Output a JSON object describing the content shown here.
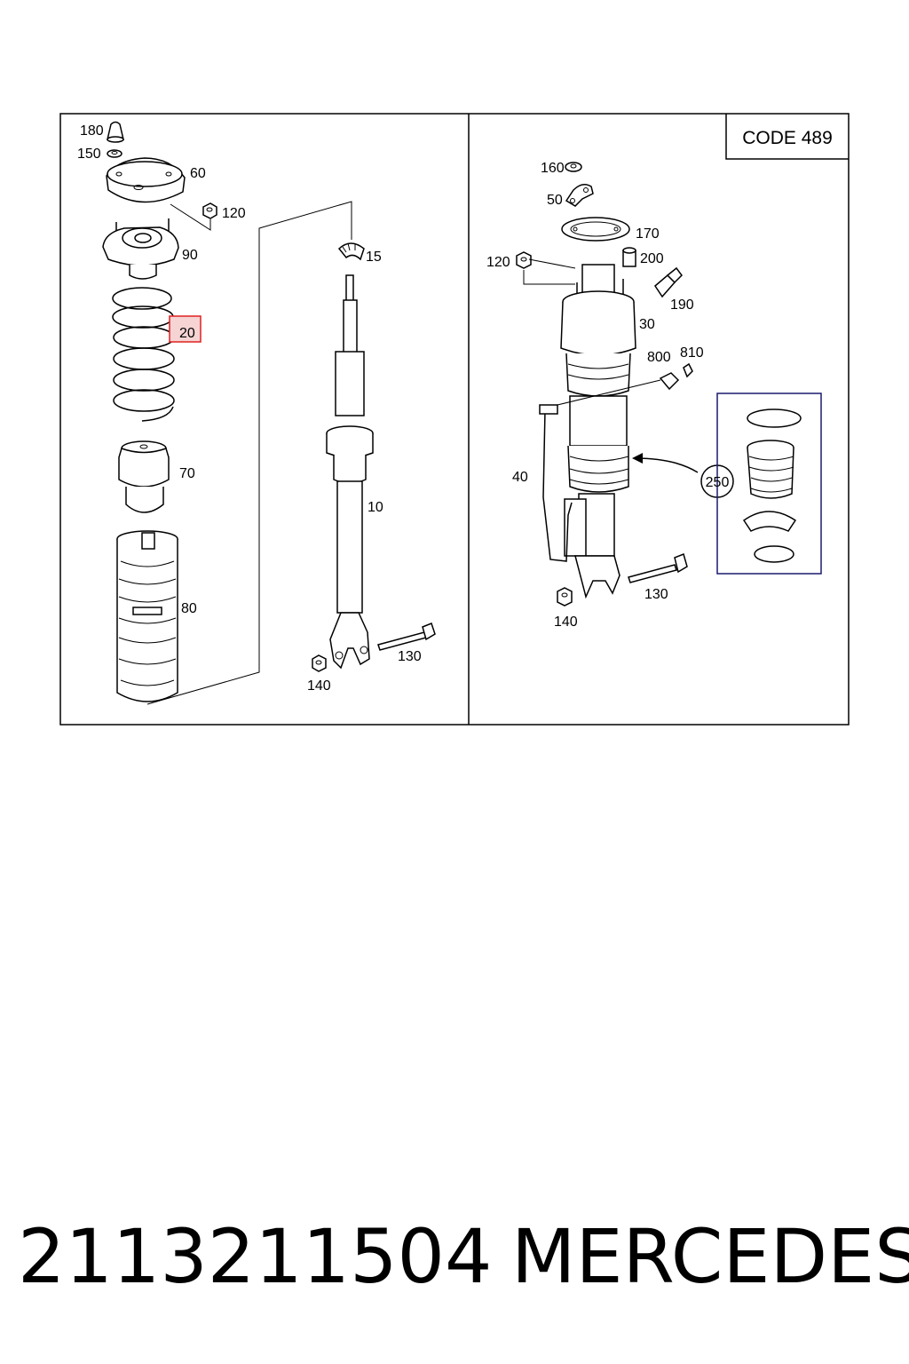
{
  "diagram": {
    "code_label": "CODE 489",
    "left_panel": {
      "labels": [
        "180",
        "150",
        "60",
        "120",
        "90",
        "20",
        "15",
        "70",
        "10",
        "80",
        "130",
        "140"
      ],
      "highlighted": "20"
    },
    "right_panel": {
      "labels": [
        "160",
        "50",
        "170",
        "120",
        "200",
        "190",
        "30",
        "800",
        "810",
        "40",
        "250",
        "130",
        "140"
      ]
    }
  },
  "footer": {
    "part_number": "2113211504",
    "brand": "MERCEDES"
  },
  "colors": {
    "highlight": "#e02020",
    "highlight_fill": "#f6d4d4",
    "sub_box": "#1a1a6e"
  }
}
